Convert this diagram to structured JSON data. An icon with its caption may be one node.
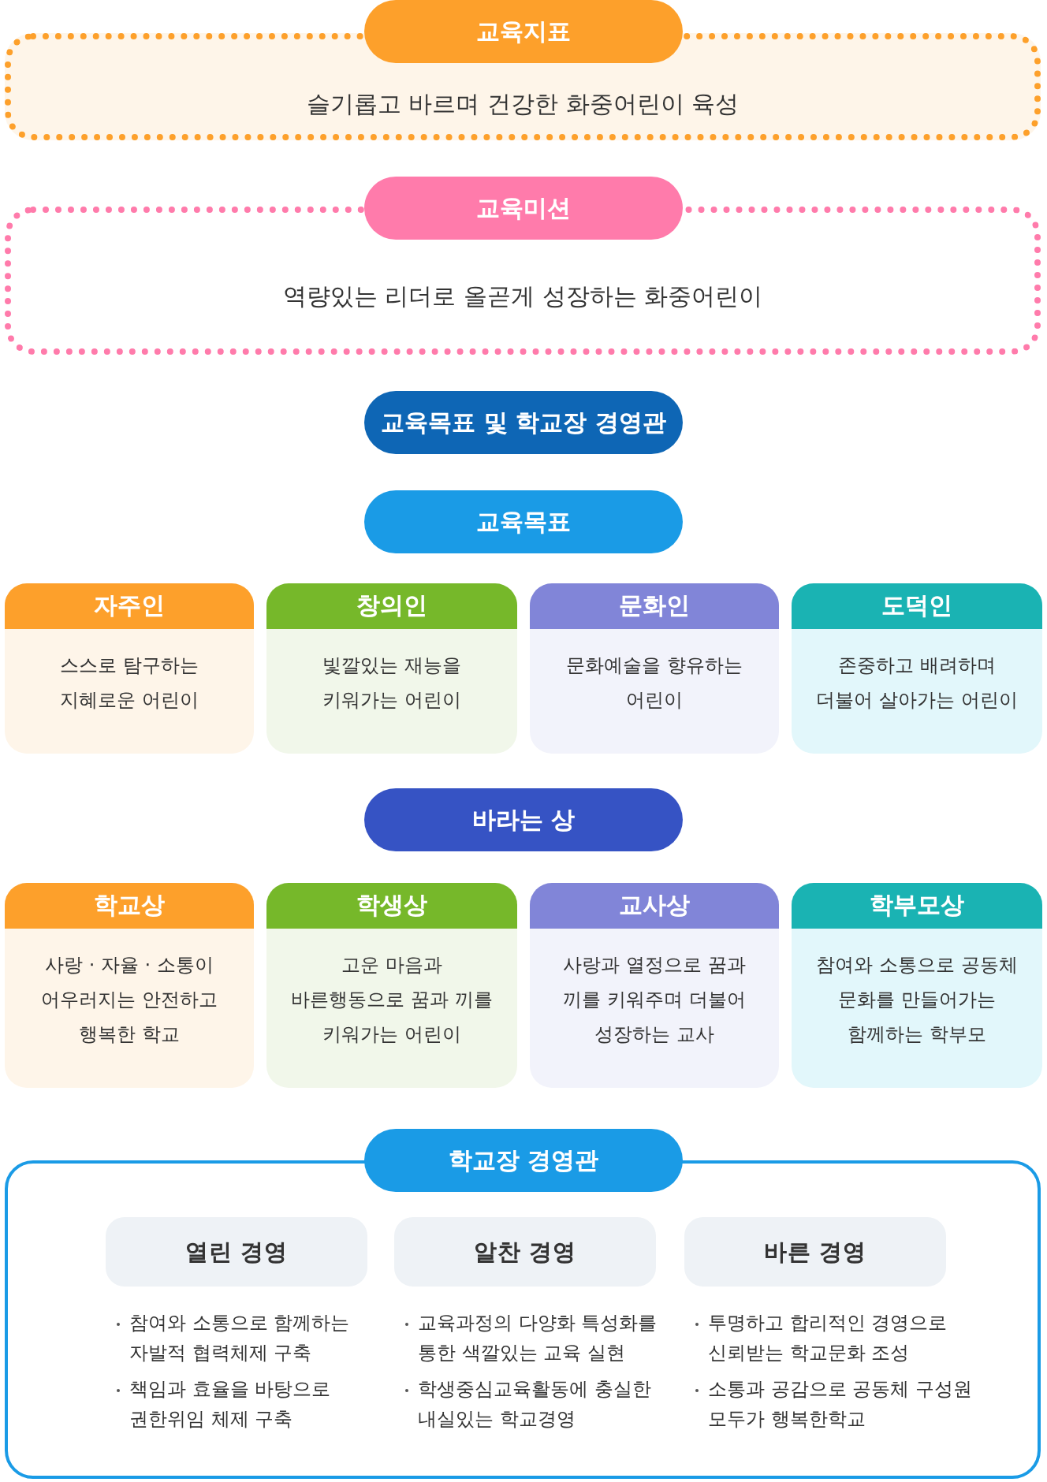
{
  "diagram": {
    "nodes": [
      {
        "text": [
          "교육지표"
        ]
      },
      {
        "text": [
          "슬기롭고 바르며 건강한 화중어린이 육성"
        ]
      },
      {
        "text": [
          "교육미션"
        ]
      },
      {
        "text": [
          "역량있는 리더로 올곧게 성장하는 화중어린이"
        ]
      },
      {
        "text": [
          "교육목표 및 학교장 경영관"
        ]
      },
      {
        "text": [
          "교육목표"
        ]
      },
      {
        "text": [
          "자주인",
          "스스로 탐구하는 지혜로운 어린이"
        ]
      },
      {
        "text": [
          "창의인",
          "빛깔있는 재능을 키워가는 어린이"
        ]
      },
      {
        "text": [
          "문화인",
          "문화예술을 향유하는 어린이"
        ]
      },
      {
        "text": [
          "도덕인",
          "존중하고 배려하며 더불어 살아가는 어린이"
        ]
      },
      {
        "text": [
          "바라는 상"
        ]
      },
      {
        "text": [
          "학교상",
          "사랑 · 자율 · 소통이 어우러지는 안전하고 행복한 학교"
        ]
      },
      {
        "text": [
          "학생상",
          "고운 마음과 바른행동으로 꿈과 끼를 키워가는 어린이"
        ]
      },
      {
        "text": [
          "교사상",
          "사랑과 열정으로 꿈과 끼를 키워주며 더불어 성장하는 교사"
        ]
      },
      {
        "text": [
          "학부모상",
          "참여와 소통으로 공동체 문화를 만들어가는 함께하는 학부모"
        ]
      },
      {
        "text": [
          "학교장 경영관"
        ]
      },
      {
        "text": [],
        "shape": "box"
      },
      {
        "text": [
          "열린 경영"
        ],
        "in": 16,
        "beside": [
          "참여와 소통으로 함께하는 자발적 협력체제 구축",
          "책임과 효율을 바탕으로 권한위임 체제 구축"
        ]
      },
      {
        "text": [
          "알찬 경영"
        ],
        "in": 16,
        "beside": [
          "교육과정의 다양화 특성화를 통한 색깔있는 교육 실현",
          "학생중심교육활동에 충실한 내실있는 학교경영"
        ]
      },
      {
        "text": [
          "바른 경영"
        ],
        "in": 16,
        "beside": [
          "투명하고 합리적인 경영으로 신뢰받는 학교문화 조성",
          "소통과 공감으로 공동체 구성원 모두가 행복한학교"
        ]
      }
    ],
    "edges": []
  }
}
